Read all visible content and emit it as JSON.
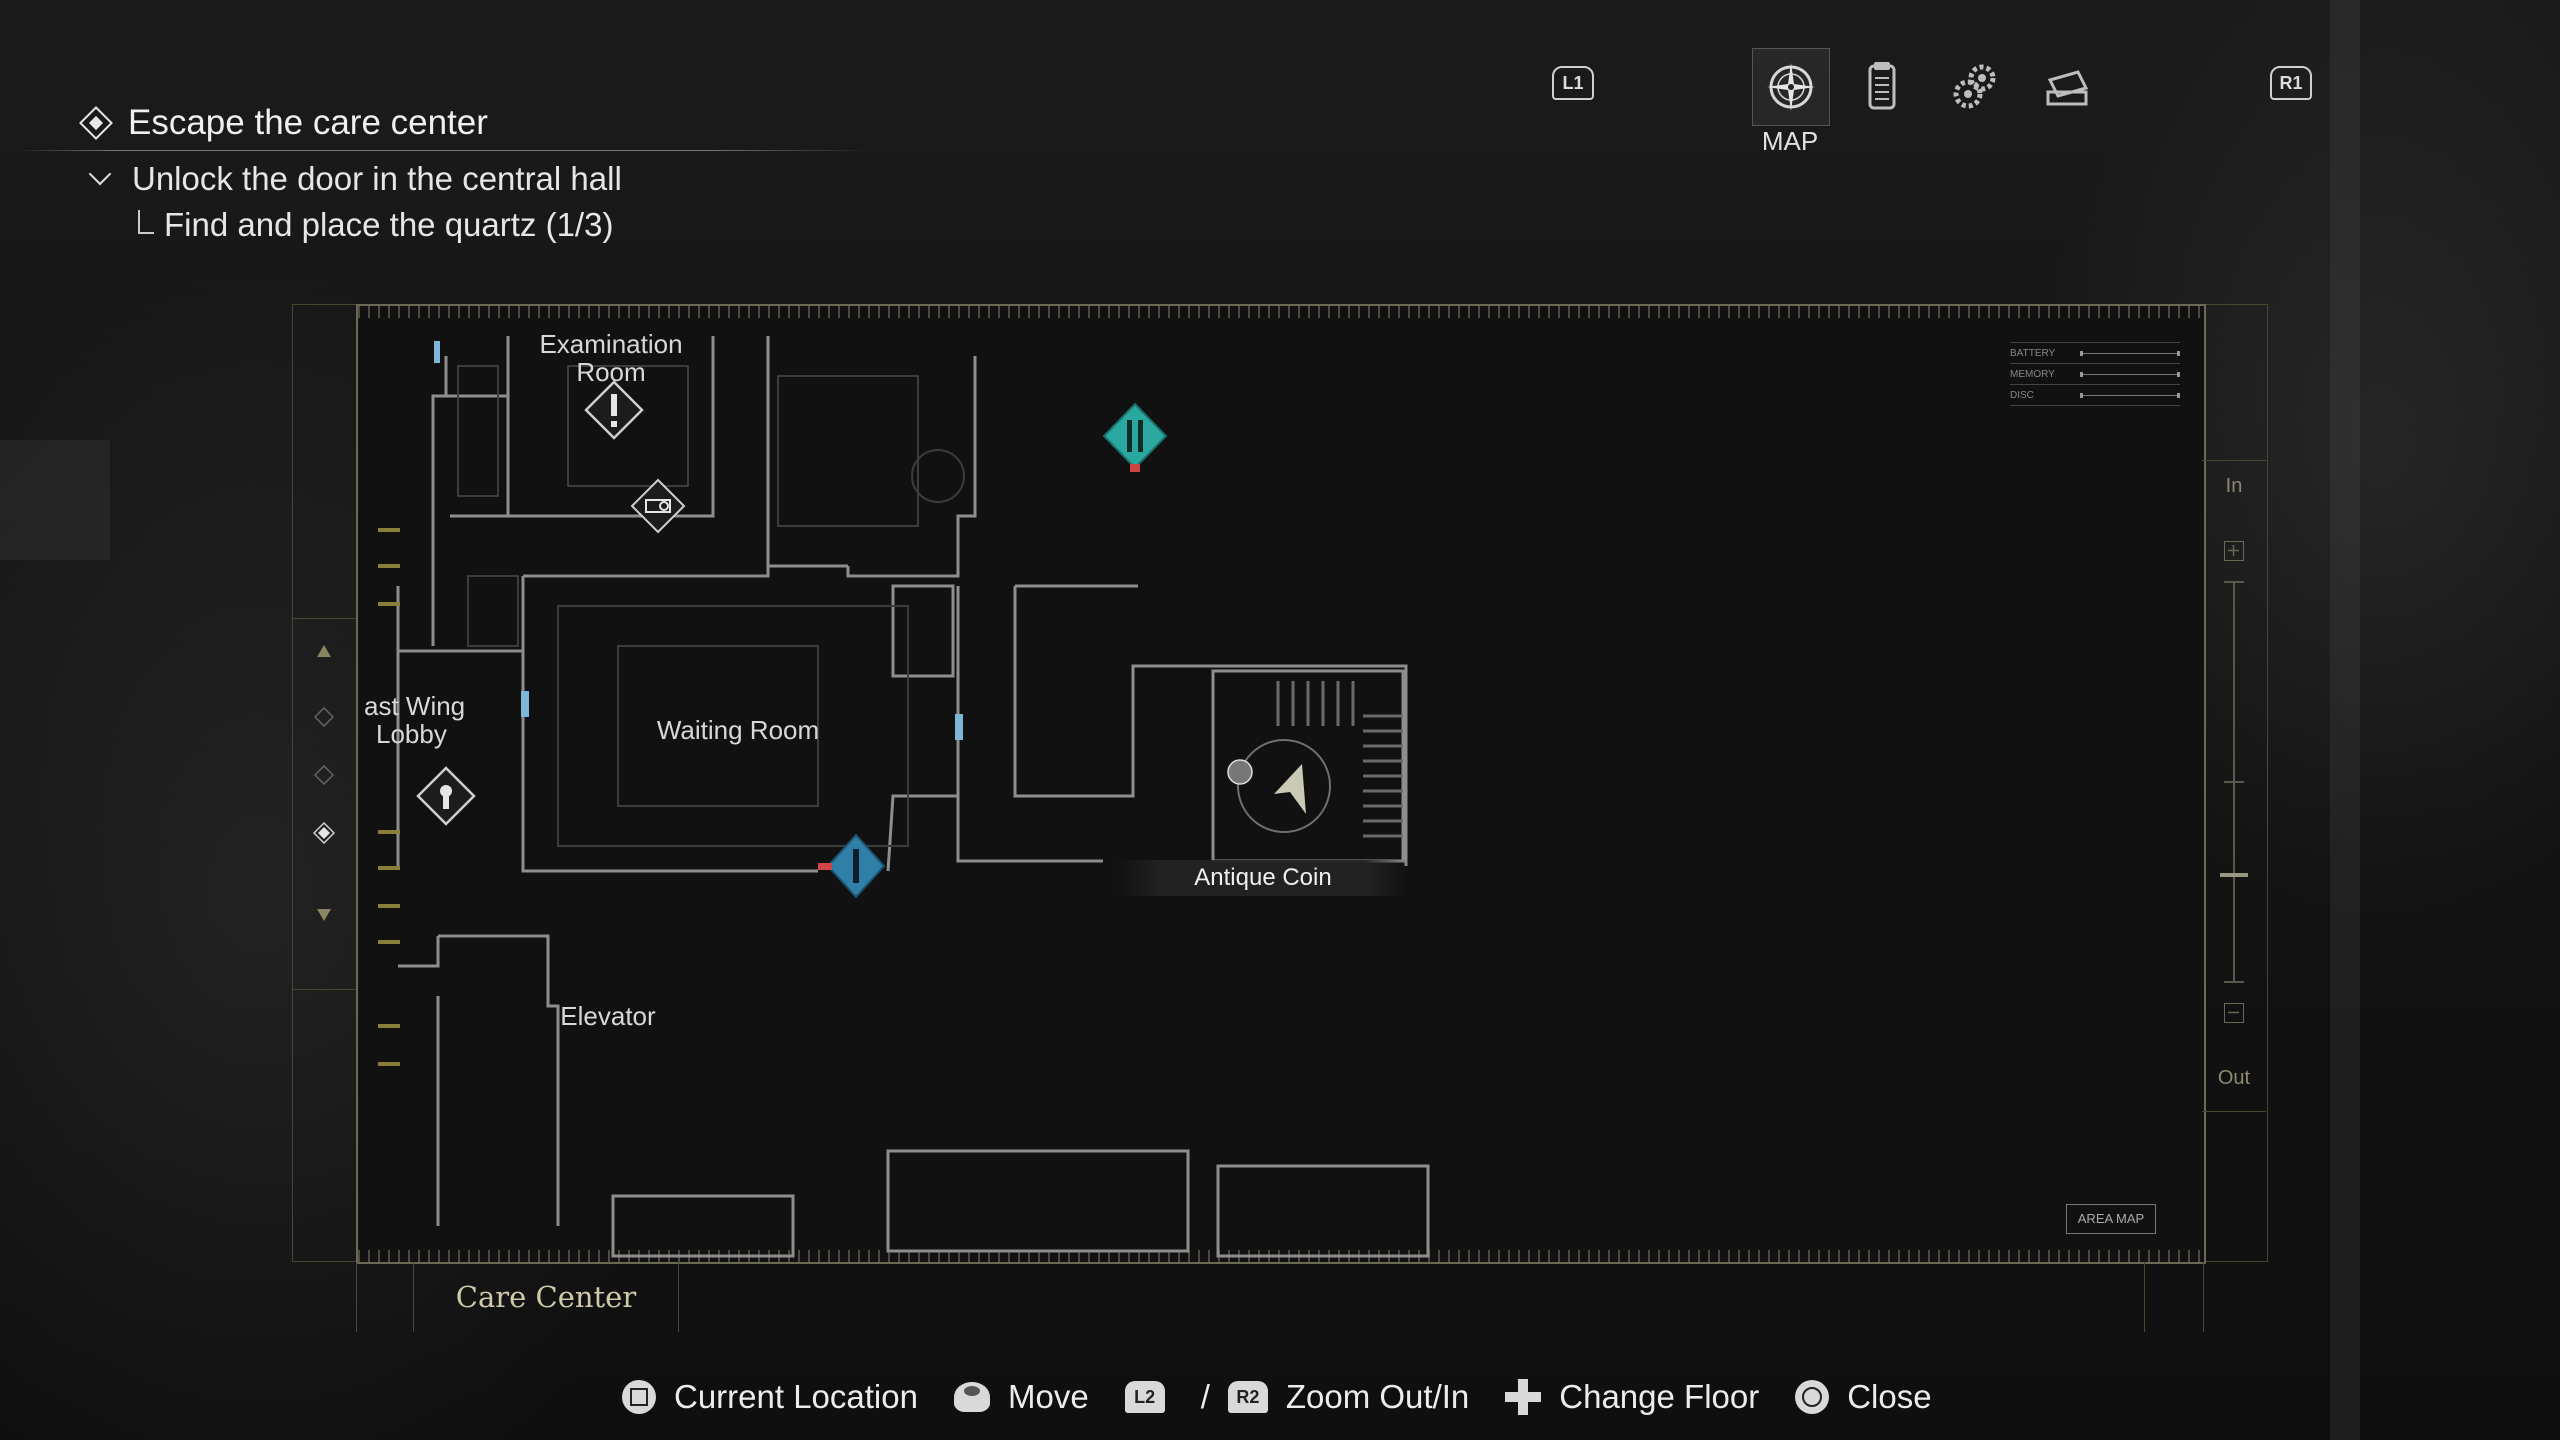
{
  "objective": {
    "main": "Escape the care center",
    "sub": "Unlock the door in the central hall",
    "subsub": "Find and place the quartz (1/3)"
  },
  "tabs": {
    "left_shoulder": "L1",
    "right_shoulder": "R1",
    "active_label": "MAP",
    "icons": [
      "map-compass-icon",
      "files-icon",
      "gears-icon",
      "inventory-case-icon"
    ]
  },
  "map": {
    "rooms": {
      "examination": "Examination\nRoom",
      "lobby": "ast Wing\nLobby",
      "waiting": "Waiting Room",
      "elevator": "Elevator"
    },
    "item_label": "Antique Coin",
    "status": [
      "BATTERY",
      "MEMORY",
      "DISC"
    ],
    "area_map_label": "AREA MAP",
    "zoom_in": "In",
    "zoom_out": "Out",
    "area_name": "Care Center"
  },
  "controls": {
    "current_location": "Current Location",
    "move": "Move",
    "l2": "L2",
    "slash": "/",
    "r2": "R2",
    "zoom": "Zoom Out/In",
    "change_floor": "Change Floor",
    "close": "Close"
  },
  "colors": {
    "accent_teal": "#2aa7a0",
    "door_blue": "#2f7fa8",
    "frame": "#6c6a55"
  }
}
